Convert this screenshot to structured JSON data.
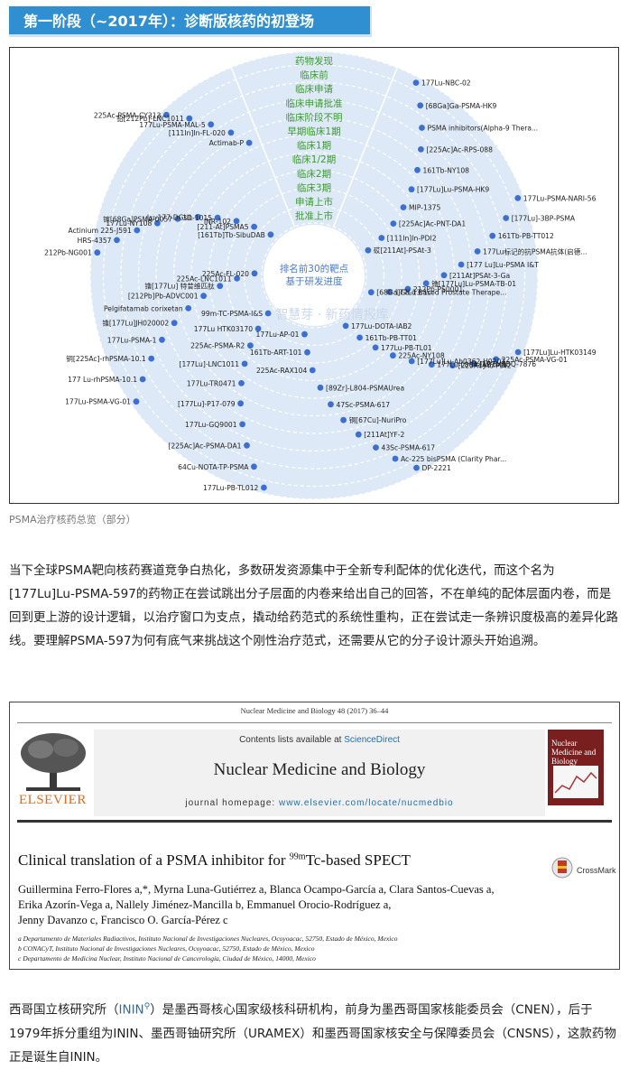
{
  "section": {
    "title": "第一阶段（~2017年）：诊断版核药的初登场"
  },
  "diagram": {
    "stages": [
      "药物发现",
      "临床前",
      "临床申请",
      "临床申请批准",
      "临床阶段不明",
      "早期临床1期",
      "临床1期",
      "临床1/2期",
      "临床2期",
      "临床3期",
      "申请上市",
      "批准上市"
    ],
    "center_lines": [
      "排名前30的靶点",
      "基于研发进度"
    ],
    "watermark": "智慧芽 · 新药情报库",
    "drugs": [
      "177Lu-NBC-02",
      "[68Ga]Ga-PSMA-HK9",
      "PSMA inhibitors(Alpha-9 Thera...",
      "[225Ac]Ac-RPS-088",
      "161Tb-NY108",
      "[177Lu]Lu-PSMA-HK9",
      "MIP-1375",
      "[225Ac]Ac-PNT-DA1",
      "[111In]In-PDI2",
      "砹[211At]-PSAt-3",
      "177Lu-PSMA-NARI-56",
      "[177Lu]-3BP-PSMA",
      "161Tb-PB-TT012",
      "177Lu标记的抗PSMA抗体(启德...",
      "[177 Lu]Lu-PSMA I&T",
      "[211At]PSAt-3-Ga",
      "镥[177Lu]Lu-PSMA-TB-01",
      "212Pb-PS0001",
      "177Lu Based Prostate Therape...",
      "[68Ga]Ga-13.1c",
      "[177Lu]Lu-HTK03149",
      "225Ac-PSMA-VG-01",
      "[177Lu]BQ-7876",
      "[225Ac]Ac-PDI2",
      "177Lu-L804-IAB2MA",
      "[177Lu]Lu-Ab0362-H0202",
      "225Ac-NY108",
      "177Lu-PB-TL01",
      "161Tb-PB-TT01",
      "177Lu-DOTA-IAB2",
      "DP-2221",
      "Ac-225 bisPSMA (Clarity Phar...",
      "43Sc-PSMA-617",
      "[211At]YF-2",
      "铜[67Cu]-NuriPro",
      "47Sc-PSMA-617",
      "[89Zr]-L804-PSMAUrea",
      "225Ac-RAX104",
      "161Tb-ART-101",
      "177Lu-AP-01",
      "177Lu-PB-TL012",
      "64Cu-NOTA-TP-PSMA",
      "[225Ac]Ac-PSMA-DA1",
      "177Lu-GQ9001",
      "[177Lu]-P17-079",
      "177Lu-TR0471",
      "[177Lu]-LNC1011",
      "225Ac-PSMA-R2",
      "177Lu HTK03170",
      "99m-TC-PSMA-I&S",
      "177Lu-PSMA-VG-01",
      "177 Lu-rhPSMA-10.1",
      "铜[225Ac]-rhPSMA-10.1",
      "177Lu-PSMA-1",
      "镥[177Lu]JH020002",
      "Pelgifatamab corixetan",
      "[212Pb]Pb-ADVC001",
      "镥[177Lu] 特昔维匹肽",
      "225Ac-LNC1011",
      "225Ac-FL-020",
      "212Pb-NG001",
      "HRS-4357",
      "Actinium 225-J591",
      "177Lu-NY108",
      "镓[68Ga]PSMA-0057",
      "Lu-177-DGUL",
      "3D-1015",
      "INR-102",
      "[211-At]PSMA5",
      "[161Tb]Tb-SibuDAB",
      "225Ac-PSMA-CY313",
      "铅[212Pb]-LNC1011",
      "177Lu-PSMA-MAL-5",
      "[111In]In-FL-020",
      "Actimab-P"
    ]
  },
  "caption": "PSMA治疗核药总览（部分）",
  "paragraph1": "当下全球PSMA靶向核药赛道竞争白热化，多数研发资源集中于全新专利配体的优化迭代，而这个名为[177Lu]Lu-PSMA-597的药物正在尝试跳出分子层面的内卷来给出自己的回答，不在单纯的配体层面内卷，而是回到更上游的设计逻辑，以治疗窗口为支点，撬动给药范式的系统性重构，正在尝试走一条辨识度极高的差异化路线。要理解PSMA-597为何有底气来挑战这个刚性治疗范式，还需要从它的分子设计源头开始追溯。",
  "paper": {
    "journal_line": "Nuclear Medicine and Biology 48 (2017) 36–44",
    "contents_prefix": "Contents lists available at ",
    "contents_link": "ScienceDirect",
    "journal_name": "Nuclear Medicine and Biology",
    "homepage_prefix": "journal homepage: ",
    "homepage_url": "www.elsevier.com/locate/nucmedbio",
    "publisher": "ELSEVIER",
    "cover_title": "Nuclear Medicine and Biology",
    "title_before": "Clinical translation of a PSMA inhibitor for ",
    "title_sup": "99m",
    "title_after": "Tc-based SPECT",
    "crossmark": "CrossMark",
    "authors_line1": "Guillermina Ferro-Flores a,*, Myrna Luna-Gutiérrez a, Blanca Ocampo-García a, Clara Santos-Cuevas a,",
    "authors_line2": "Erika Azorín-Vega a, Nallely Jiménez-Mancilla b, Emmanuel Orocio-Rodríguez a,",
    "authors_line3": "Jenny Davanzo c, Francisco O. García-Pérez c",
    "affil_a": "a Departamento de Materiales Radiactivos, Instituto Nacional de Investigaciones Nucleares, Ocoyoacac, 52750, Estado de México, Mexico",
    "affil_b": "b CONACyT, Instituto Nacional de Investigaciones Nucleares, Ocoyoacac, 52750, Estado de México, Mexico",
    "affil_c": "c Departamento de Medicina Nuclear, Instituto Nacional de Cancerología, Ciudad de México, 14000, Mexico"
  },
  "paragraph2_prefix": "西哥国立核研究所（",
  "paragraph2_link": "ININ",
  "paragraph2_suffix": "）是墨西哥核心国家级核科研机构，前身为墨西哥国家核能委员会（CNEN），后于1979年拆分重组为ININ、墨西哥铀研究所（URAMEX）和墨西哥国家核安全与保障委员会（CNSNS），这款药物正是诞生自ININ。",
  "colors": {
    "header_bg": "#2f8fd0",
    "ring_bg": "#dde9f6",
    "dot": "#3d6fd0",
    "stage_text": "#3a9b2e",
    "link": "#1e6fb3"
  }
}
